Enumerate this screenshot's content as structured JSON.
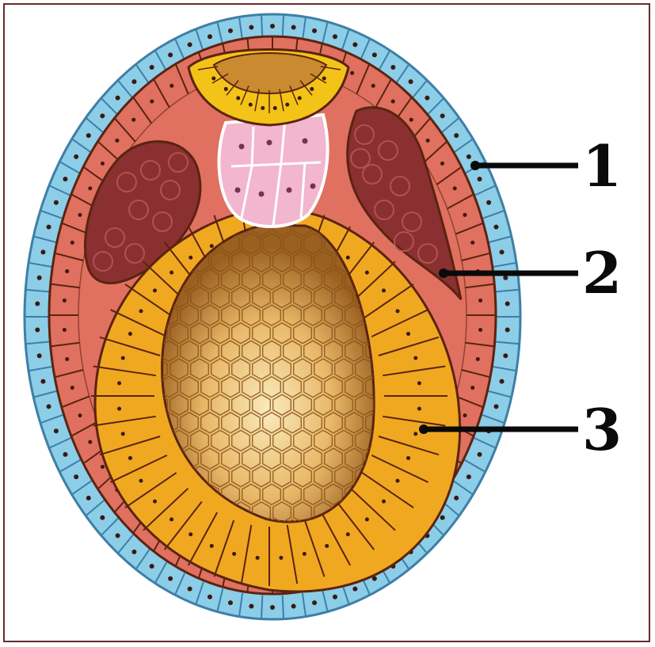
{
  "labels": [
    {
      "id": "1",
      "text": "1"
    },
    {
      "id": "2",
      "text": "2"
    },
    {
      "id": "3",
      "text": "3"
    }
  ],
  "colors": {
    "frame": "#6b2a2a",
    "ectoderm": "#8ccde8",
    "ectoderm_cell_border": "#3e7fa6",
    "mesoderm": "#e07060",
    "mesoderm_dark": "#8a3030",
    "endoderm": "#f0a820",
    "yolk_light": "#f8e6b0",
    "yolk_dark": "#9a6020",
    "notochord": "#f2b6cf",
    "neural_plate": "#f3c318",
    "outline": "#5a2410",
    "nucleus": "#3a1a10"
  }
}
